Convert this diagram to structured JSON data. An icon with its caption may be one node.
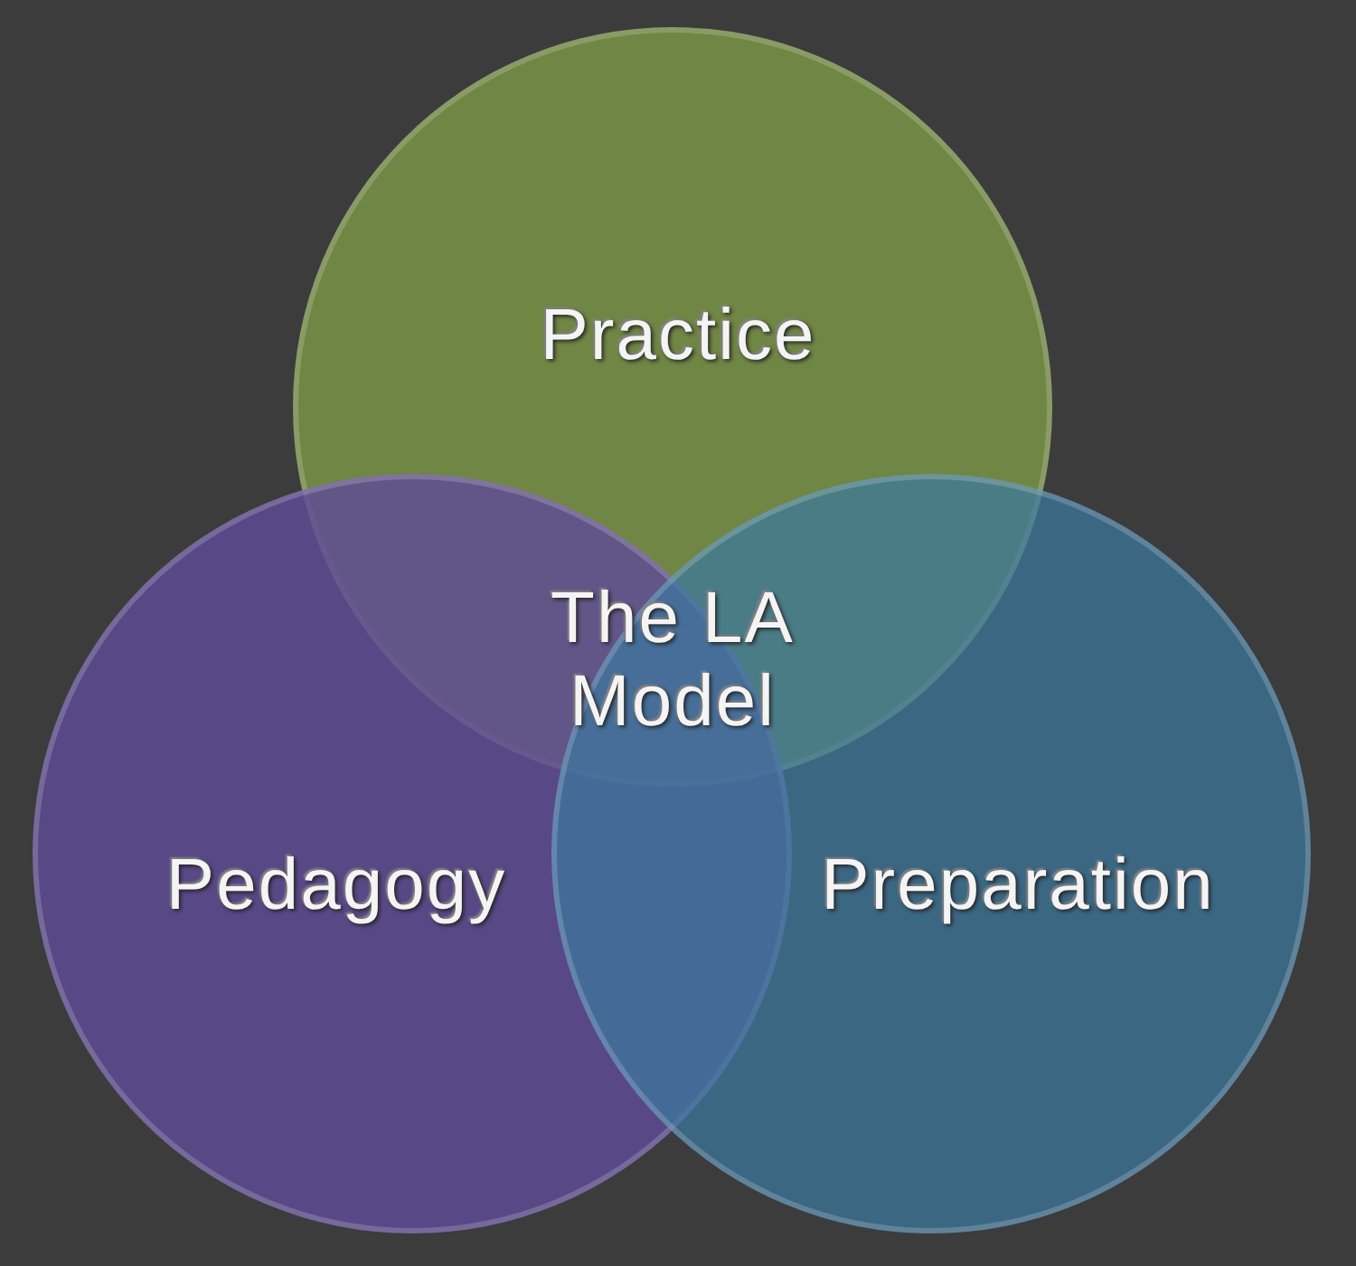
{
  "diagram": {
    "nodes": [
      {
        "text": [
          "Practice"
        ]
      },
      {
        "text": [
          "Pedagogy"
        ]
      },
      {
        "text": [
          "Preparation"
        ]
      }
    ],
    "labels": [
      "The LA Model"
    ]
  }
}
